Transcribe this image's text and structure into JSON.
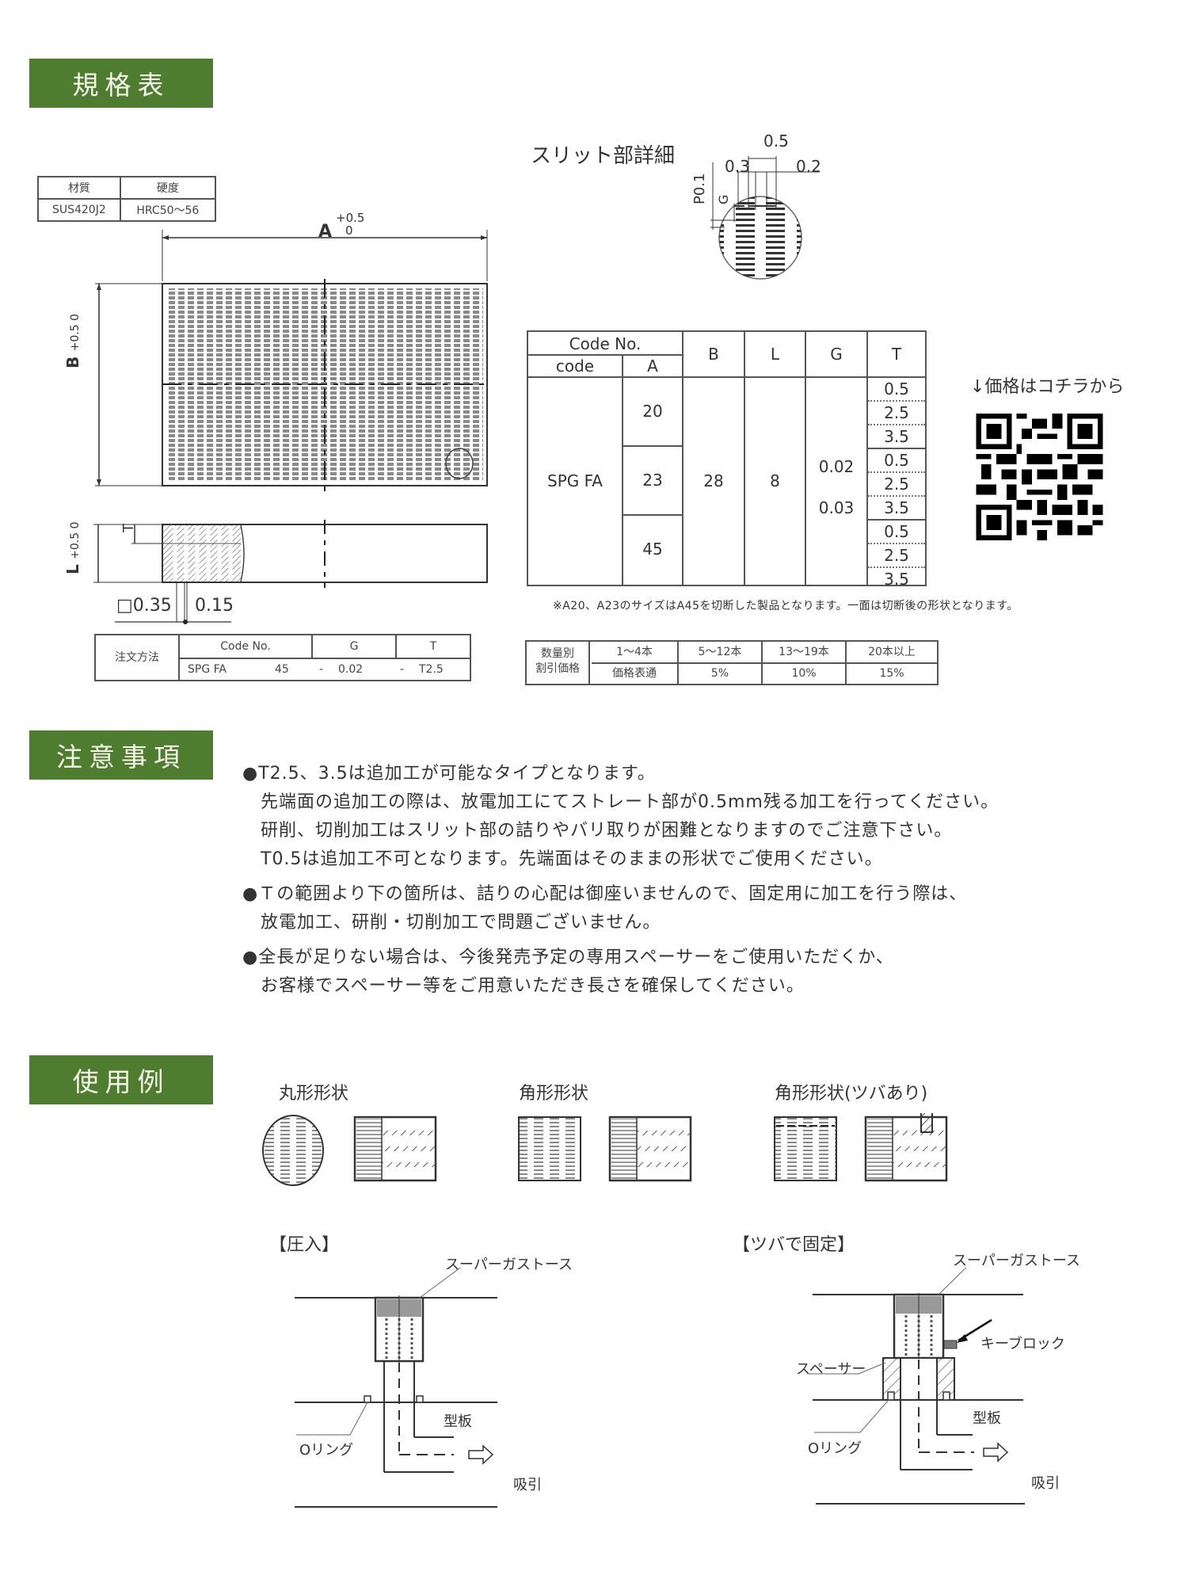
{
  "sections": {
    "spec": {
      "title": "規格表"
    },
    "notes": {
      "title": "注意事項"
    },
    "usage": {
      "title": "使用例"
    }
  },
  "material_table": {
    "headers": [
      "材質",
      "硬度"
    ],
    "values": [
      "SUS420J2",
      "HRC50～56"
    ]
  },
  "drawing": {
    "dim_a": "A",
    "dim_a_tol_plus": "+0.5",
    "dim_a_tol_minus": "0",
    "dim_b": "B",
    "dim_b_tol": "+0.5 0",
    "dim_l": "L",
    "dim_l_tol": "+0.5 0",
    "dim_t": "T",
    "slot_square": "□0.35",
    "slot_gap": "0.15"
  },
  "slit_detail": {
    "title": "スリット部詳細",
    "dim_top": "0.5",
    "dim_left": "0.3",
    "dim_right": "0.2",
    "dim_pitch": "P0.1",
    "dim_g": "G"
  },
  "spec_table": {
    "header_code_no": "Code No.",
    "header_code": "code",
    "header_a": "A",
    "header_b": "B",
    "header_l": "L",
    "header_g": "G",
    "header_t": "T",
    "code": "SPG FA",
    "a_values": [
      "20",
      "23",
      "45"
    ],
    "b": "28",
    "l": "8",
    "g_values": [
      "0.02",
      "0.03"
    ],
    "t_values": [
      "0.5",
      "2.5",
      "3.5"
    ],
    "footnote": "※A20、A23のサイズはA45を切断した製品となります。一面は切断後の形状となります。"
  },
  "price_link": {
    "label": "↓価格はコチラから",
    "qr_alt": "qr-code"
  },
  "order_table": {
    "label": "注文方法",
    "headers": [
      "Code No.",
      "G",
      "T"
    ],
    "example_code": "SPG FA",
    "example_a": "45",
    "sep1": "-",
    "example_g": "0.02",
    "sep2": "-",
    "example_t": "T2.5"
  },
  "discount_table": {
    "label_line1": "数量別",
    "label_line2": "割引価格",
    "quantities": [
      "1～4本",
      "5～12本",
      "13～19本",
      "20本以上"
    ],
    "discounts": [
      "価格表通",
      "5%",
      "10%",
      "15%"
    ]
  },
  "notes": [
    "●T2.5、3.5は追加工が可能なタイプとなります。",
    "　先端面の追加工の際は、放電加工にてストレート部が0.5mm残る加工を行ってください。",
    "　研削、切削加工はスリット部の詰りやバリ取りが困難となりますのでご注意下さい。",
    "　T0.5は追加工不可となります。先端面はそのままの形状でご使用ください。",
    "●Ｔの範囲より下の箇所は、詰りの心配は御座いませんので、固定用に加工を行う際は、",
    "　放電加工、研削・切削加工で問題ございません。",
    "●全長が足りない場合は、今後発売予定の専用スペーサーをご使用いただくか、",
    "　お客様でスペーサー等をご用意いただき長さを確保してください。"
  ],
  "usage": {
    "shapes": [
      "丸形形状",
      "角形形状",
      "角形形状(ツバあり)"
    ],
    "press_fit": {
      "title": "【圧入】",
      "part": "スーパーガストース",
      "plate": "型板",
      "oring": "Oリング",
      "suction": "吸引"
    },
    "flange_fix": {
      "title": "【ツバで固定】",
      "part": "スーパーガストース",
      "key_block": "キーブロック",
      "spacer": "スペーサー",
      "plate": "型板",
      "oring": "Oリング",
      "suction": "吸引"
    }
  },
  "colors": {
    "banner_bg": "#4f7d2f",
    "banner_text": "#f4f7ea",
    "line": "#555555"
  }
}
